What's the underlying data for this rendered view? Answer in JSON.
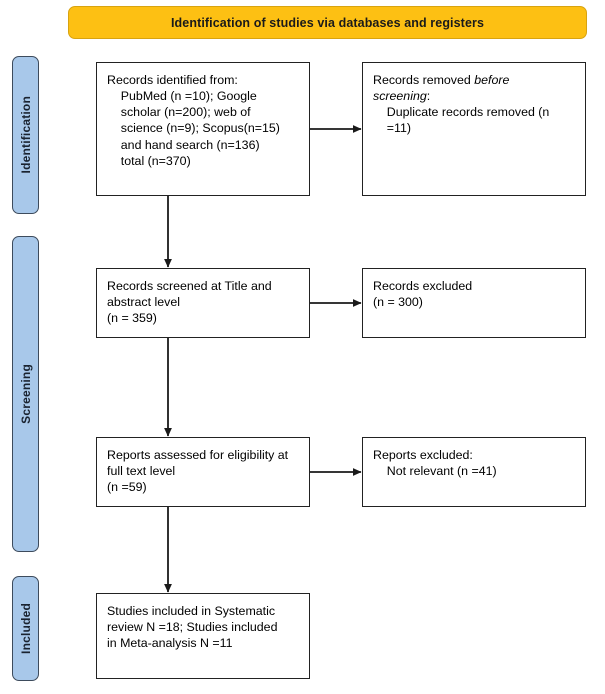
{
  "banner": {
    "title": "Identification of studies via databases and registers",
    "color": "#FDC013"
  },
  "stages": [
    {
      "id": "identification",
      "label": "Identification",
      "color": "#A8C8EA"
    },
    {
      "id": "screening",
      "label": "Screening",
      "color": "#A8C8EA"
    },
    {
      "id": "included",
      "label": "Included",
      "color": "#A8C8EA"
    }
  ],
  "boxes": {
    "identified": {
      "name": "records-identified",
      "text": "Records identified from:\n    PubMed (n =10); Google\n    scholar (n=200); web of\n    science (n=9); Scopus(n=15)\n    and hand search (n=136)\n    total (n=370)"
    },
    "removed": {
      "name": "records-removed-before-screening",
      "line1_prefix": "Records removed ",
      "line1_italic": "before",
      "line2_italic": "screening",
      "line2_suffix": ":",
      "line3": "    Duplicate records removed (n\n    =11)"
    },
    "screened": {
      "name": "records-screened",
      "text": "Records screened at Title and\nabstract level\n(n = 359)"
    },
    "records_excluded": {
      "name": "records-excluded",
      "text": "Records excluded\n(n = 300)"
    },
    "reports_assessed": {
      "name": "reports-assessed-for-eligibility",
      "text": "Reports assessed for eligibility at\nfull text level\n(n =59)"
    },
    "reports_excluded": {
      "name": "reports-excluded",
      "text": "Reports excluded:\n    Not relevant (n =41)"
    },
    "included": {
      "name": "studies-included",
      "text": "Studies included in Systematic\nreview N =18; Studies included\nin Meta-analysis N =11"
    }
  },
  "chart_data": {
    "type": "diagram",
    "diagram_kind": "PRISMA 2020 flow diagram",
    "title": "Identification of studies via databases and registers",
    "stages": [
      "Identification",
      "Screening",
      "Included"
    ],
    "nodes": [
      {
        "id": "identified",
        "stage": "Identification",
        "label": "Records identified from: PubMed (n =10); Google scholar (n=200); web of science (n=9); Scopus(n=15) and hand search (n=136) total (n=370)",
        "total": 370
      },
      {
        "id": "removed",
        "stage": "Identification",
        "label": "Records removed before screening: Duplicate records removed (n =11)",
        "total": 11
      },
      {
        "id": "screened",
        "stage": "Screening",
        "label": "Records screened at Title and abstract level (n = 359)",
        "total": 359
      },
      {
        "id": "records_excluded",
        "stage": "Screening",
        "label": "Records excluded (n = 300)",
        "total": 300
      },
      {
        "id": "reports_assessed",
        "stage": "Screening",
        "label": "Reports assessed for eligibility at full text level (n =59)",
        "total": 59
      },
      {
        "id": "reports_excluded",
        "stage": "Screening",
        "label": "Reports excluded: Not relevant (n =41)",
        "total": 41
      },
      {
        "id": "included",
        "stage": "Included",
        "label": "Studies included in Systematic review N =18; Studies included in Meta-analysis N =11",
        "systematic_review": 18,
        "meta_analysis": 11
      }
    ],
    "edges": [
      {
        "from": "identified",
        "to": "removed",
        "direction": "right"
      },
      {
        "from": "identified",
        "to": "screened",
        "direction": "down"
      },
      {
        "from": "screened",
        "to": "records_excluded",
        "direction": "right"
      },
      {
        "from": "screened",
        "to": "reports_assessed",
        "direction": "down"
      },
      {
        "from": "reports_assessed",
        "to": "reports_excluded",
        "direction": "right"
      },
      {
        "from": "reports_assessed",
        "to": "included",
        "direction": "down"
      }
    ],
    "counts": {
      "pubmed": 10,
      "google_scholar": 200,
      "web_of_science": 9,
      "scopus": 15,
      "hand_search": 136,
      "total_identified": 370,
      "duplicates_removed": 11,
      "screened": 359,
      "records_excluded": 300,
      "full_text_assessed": 59,
      "reports_excluded_not_relevant": 41,
      "included_systematic_review": 18,
      "included_meta_analysis": 11
    }
  }
}
